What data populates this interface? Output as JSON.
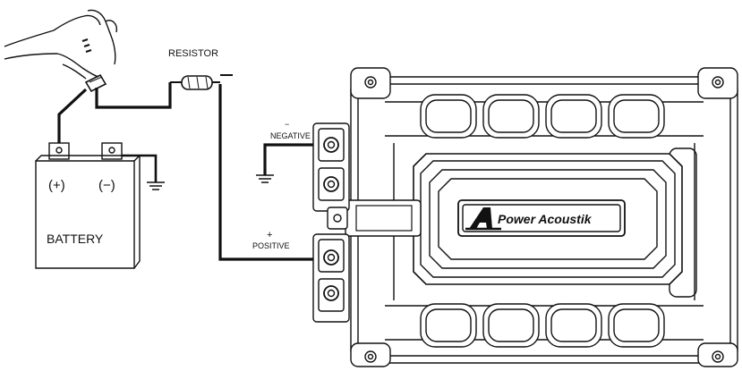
{
  "labels": {
    "resistor": "RESISTOR",
    "negative": "NEGATIVE",
    "negative_sign": "−",
    "positive": "POSITIVE",
    "positive_sign": "+",
    "battery": "BATTERY",
    "battery_plus": "(+)",
    "battery_minus": "(−)",
    "brand": "Power Acoustik",
    "brand_mark": "A"
  },
  "colors": {
    "line": "#111111",
    "background": "#ffffff"
  },
  "icons": [
    "hand-icon",
    "ground-icon",
    "battery-icon",
    "resistor-icon",
    "capacitor-icon"
  ]
}
